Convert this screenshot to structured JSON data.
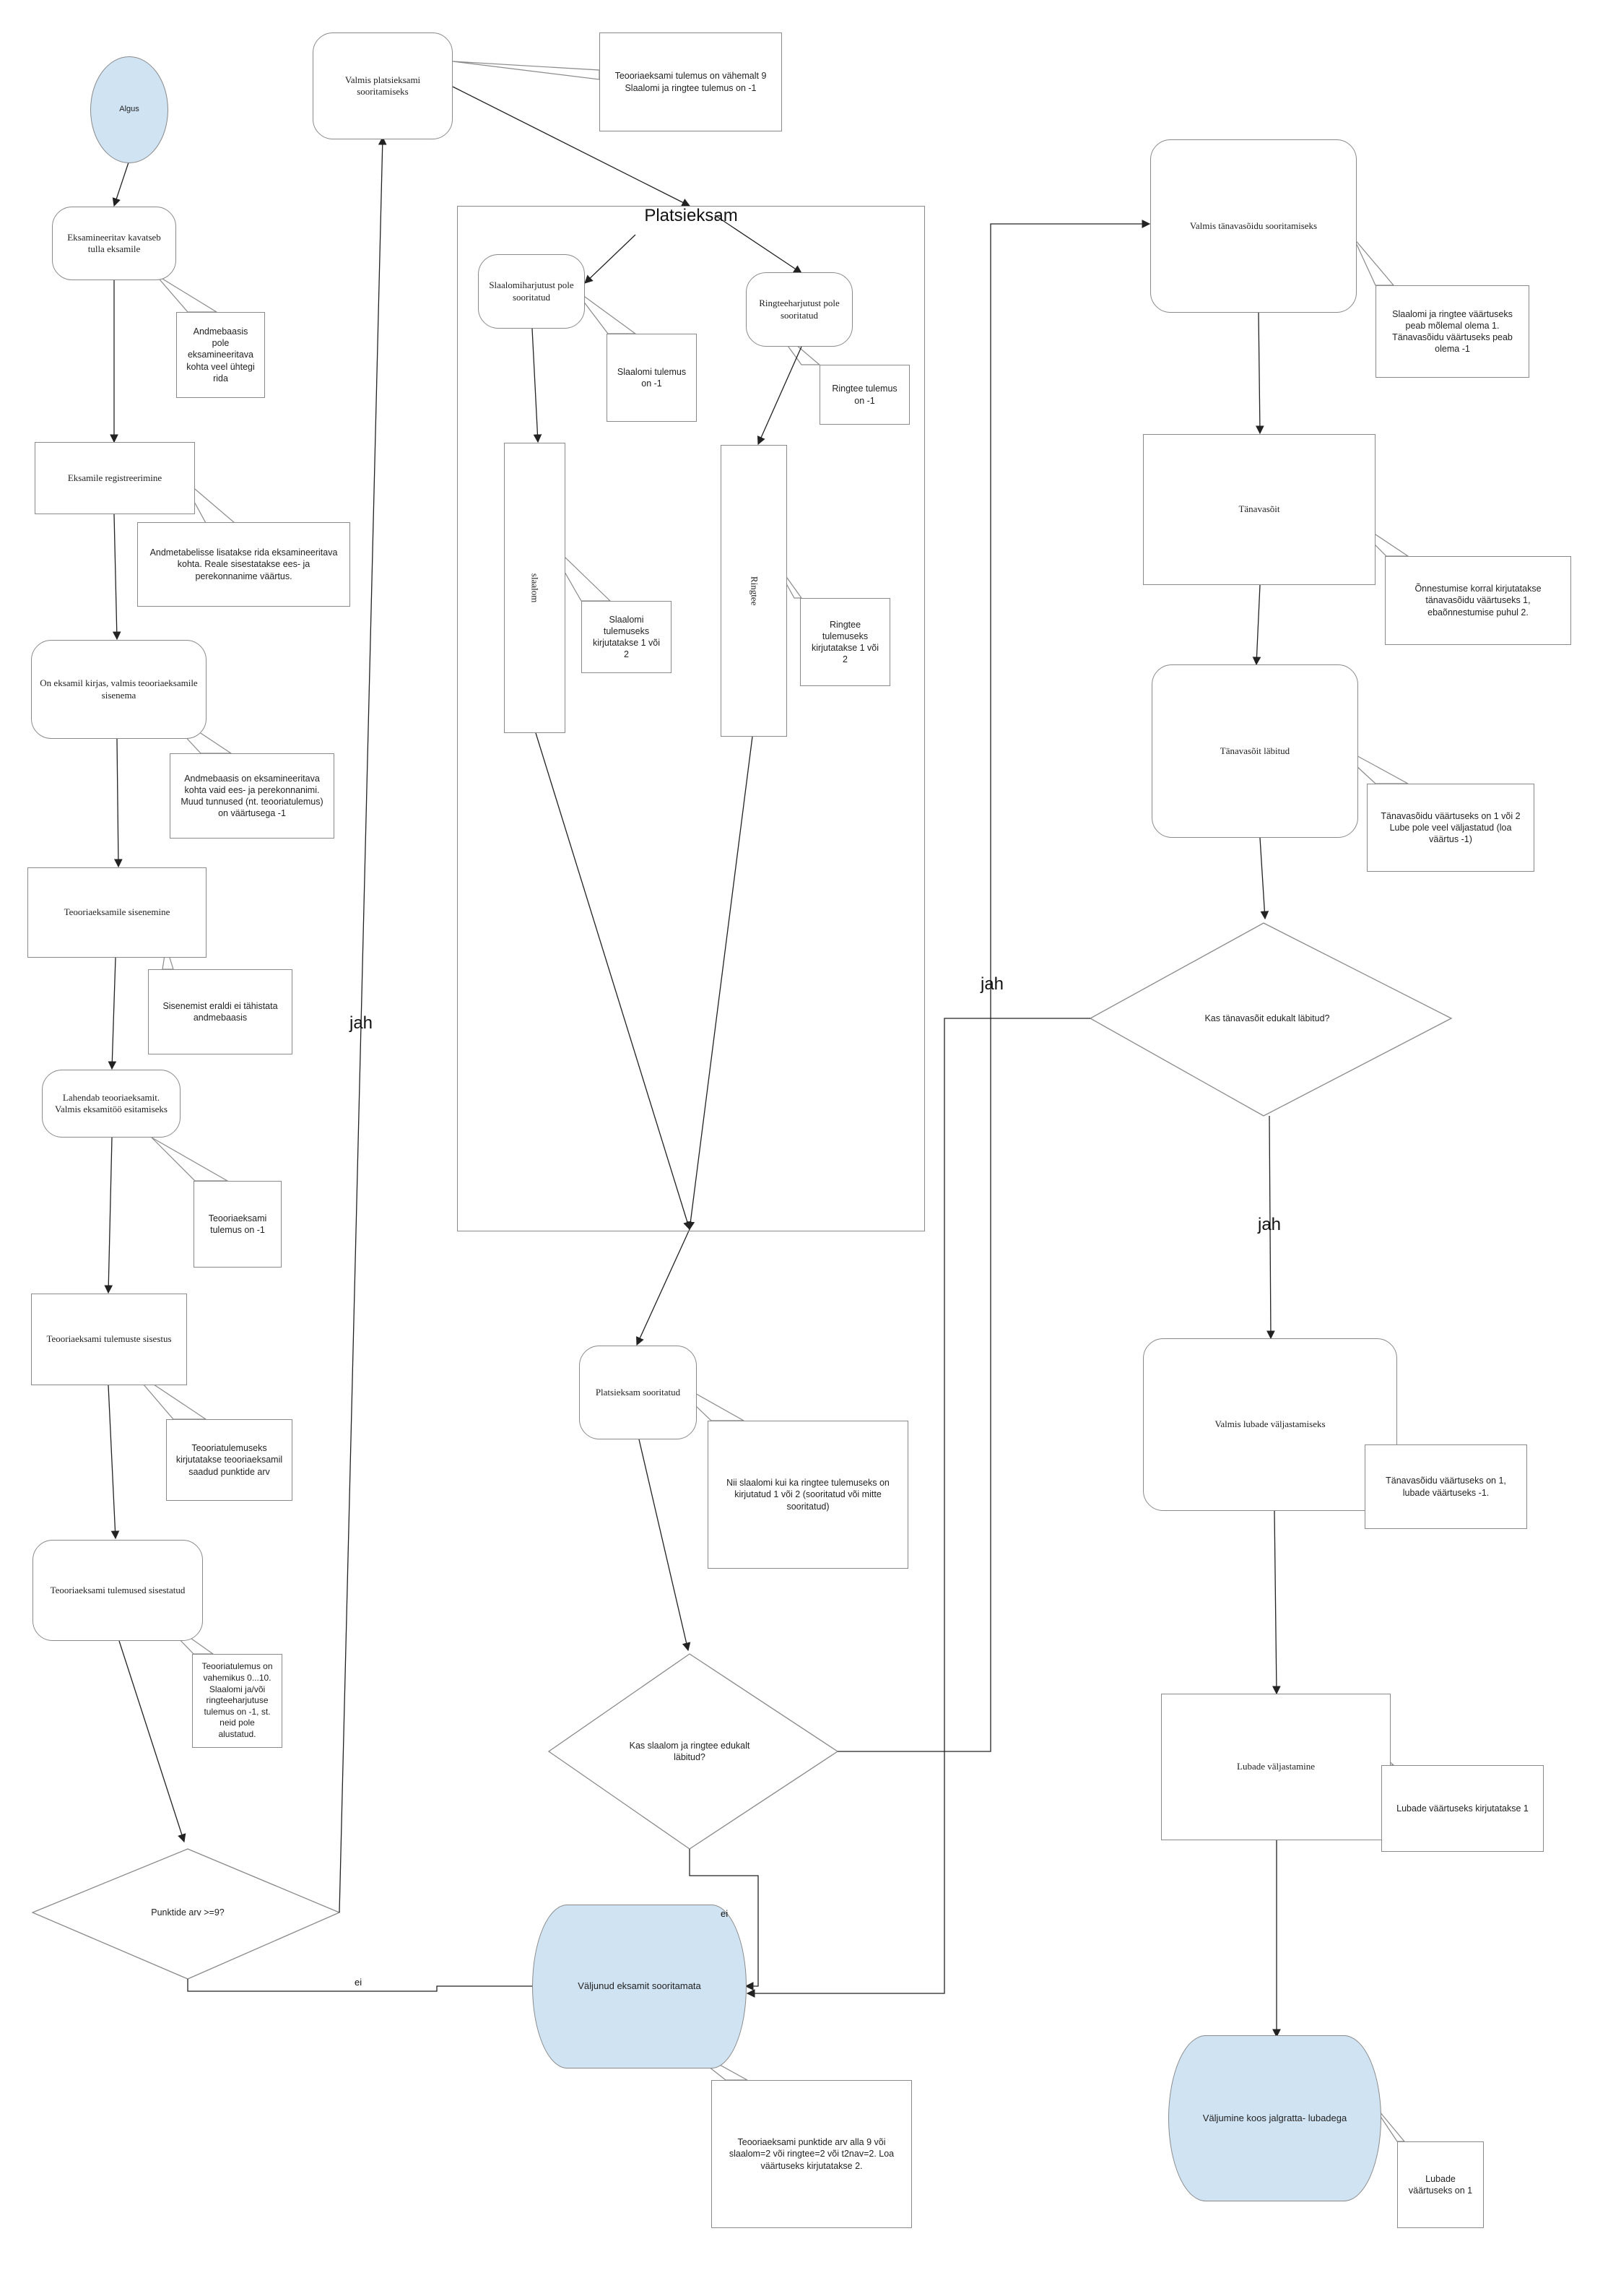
{
  "diagram": {
    "start": "Algus",
    "steps": {
      "s1": "Eksamineeritav kavatseb tulla eksamile",
      "s2": "Eksamile registreerimine",
      "s3": "On eksamil kirjas, valmis teooriaeksamile sisenema",
      "s4": "Teooriaeksamile sisenemine",
      "s5": "Lahendab teooriaeksamit. Valmis eksamitöö esitamiseks",
      "s6": "Teooriaeksami tulemuste sisestus",
      "s7": "Teooriaeksami tulemused sisestatud",
      "valmis_plats": "Valmis platsieksami sooritamiseks",
      "slaalom_pole": "Slaalomiharjutust pole sooritatud",
      "ringtee_pole": "Ringteeharjutust pole sooritatud",
      "slaalom": "slaalom",
      "ringtee": "Ringtee",
      "plats_sooritatud": "Platsieksam sooritatud",
      "valmis_tanav": "Valmis tänavasõidu sooritamiseks",
      "tanavasoit": "Tänavasõit",
      "tanav_labitud": "Tänavasõit läbitud",
      "valmis_lubade": "Valmis lubade väljastamiseks",
      "lubade_valjastamine": "Lubade väljastamine"
    },
    "decisions": {
      "punktide": "Punktide arv >=9?",
      "kas_slaalom": "Kas slaalom ja ringtee edukalt läbitud?",
      "kas_tanav": "Kas tänavasõit edukalt läbitud?"
    },
    "terminals": {
      "valjunud": "Väljunud eksamit sooritamata",
      "valjumine": "Väljumine koos jalgratta- lubadega"
    },
    "group_title": "Platsieksam",
    "notes": {
      "n1": "Andmebaasis pole eksamineeritava kohta veel ühtegi rida",
      "n2": "Andmetabelisse lisatakse rida eksamineeritava kohta. Reale sisestatakse ees- ja perekonnanime väärtus.",
      "n3": "Andmebaasis on eksamineeritava kohta vaid ees- ja perekonnanimi. Muud tunnused (nt. teooriatulemus) on väärtusega -1",
      "n4": "Sisenemist eraldi ei tähistata andmebaasis",
      "n5": "Teooriaeksami tulemus on -1",
      "n6": "Teooriatulemuseks kirjutatakse teooriaeksamil saadud punktide arv",
      "n7": "Teooriatulemus on vahemikus 0...10. Slaalomi ja/või ringteeharjutuse tulemus on -1, st. neid pole alustatud.",
      "n8": "Teooriaeksami tulemus on vähemalt 9\nSlaalomi ja ringtee tulemus on -1",
      "n9": "Slaalomi tulemus on -1",
      "n10": "Ringtee tulemus on -1",
      "n11": "Slaalomi tulemuseks kirjutatakse 1 või 2",
      "n12": "Ringtee tulemuseks kirjutatakse 1 või 2",
      "n13": "Nii slaalomi kui ka ringtee tulemuseks on kirjutatud 1 või 2 (sooritatud või mitte sooritatud)",
      "n14": "Teooriaeksami punktide arv alla 9 või slaalom=2 või ringtee=2 või t2nav=2. Loa väärtuseks kirjutatakse 2.",
      "n15": "Slaalomi ja ringtee väärtuseks peab mõlemal olema 1.\nTänavasõidu väärtuseks peab olema -1",
      "n16": "Õnnestumise korral kirjutatakse tänavasõidu väärtuseks 1, ebaõnnestumise puhul 2.",
      "n17": "Tänavasõidu väärtuseks on 1 või 2\nLube pole veel väljastatud (loa väärtus -1)",
      "n18": "Tänavasõidu väärtuseks on 1, lubade väärtuseks -1.",
      "n19": "Lubade väärtuseks kirjutatakse 1",
      "n20": "Lubade väärtuseks on 1"
    },
    "edge_labels": {
      "jah_left": "jah",
      "jah_middle": "jah",
      "jah_right": "jah",
      "ei_bottom": "ei",
      "ei_middle": "ei"
    },
    "colors": {
      "terminal_fill": "#cfe3f3",
      "stroke": "#8a8a8a",
      "line": "#222222"
    }
  }
}
